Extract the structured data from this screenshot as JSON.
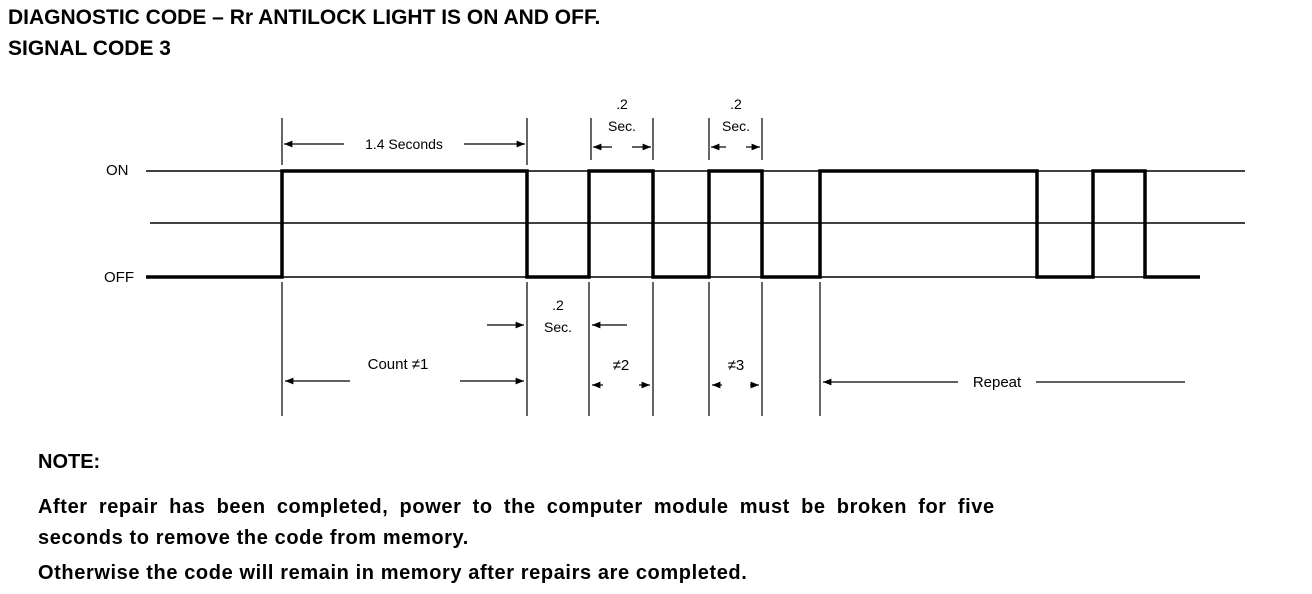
{
  "header": {
    "title_line1": "DIAGNOSTIC CODE – Rr ANTILOCK LIGHT IS ON AND OFF.",
    "title_line2": "SIGNAL CODE 3"
  },
  "diagram": {
    "level_on": "ON",
    "level_off": "OFF",
    "dim_1_4": "1.4 Seconds",
    "dim_pt2_value": ".2",
    "dim_sec": "Sec.",
    "count_1": "Count ≠1",
    "count_2": "≠2",
    "count_3": "≠3",
    "repeat": "Repeat"
  },
  "note": {
    "heading": "NOTE:",
    "line1": "After repair has been completed, power to the computer module must be broken for five",
    "line2": "seconds to remove the code from memory.",
    "line3": "Otherwise the code will remain in memory after repairs are completed."
  }
}
